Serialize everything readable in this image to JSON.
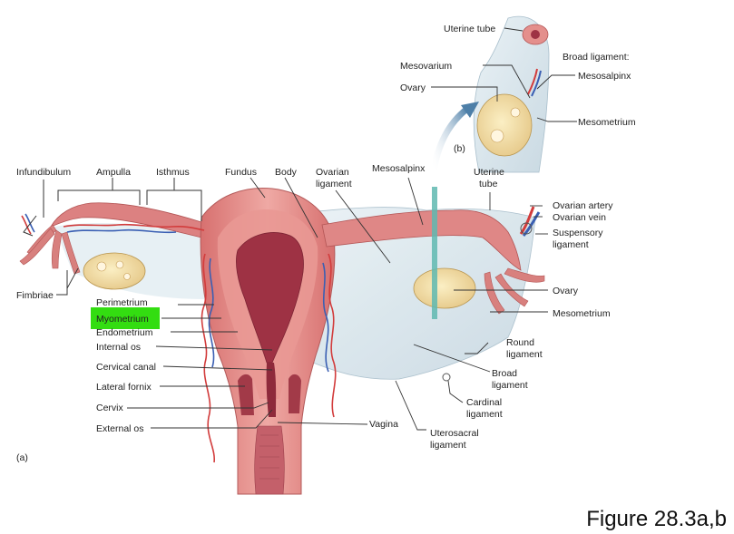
{
  "figure_caption": "Figure 28.3a,b",
  "panels": {
    "a": "(a)",
    "b": "(b)"
  },
  "highlight_color": "#33dd11",
  "colors": {
    "tissue": "#e48f8c",
    "tissue_dark": "#c85a5a",
    "lumen": "#9e3244",
    "ovary": "#f2dfa4",
    "ligament": "#dce8ef",
    "artery": "#d23c3c",
    "vein": "#3a5fb3"
  },
  "labels_a_top": {
    "infundibulum": "Infundibulum",
    "ampulla": "Ampulla",
    "isthmus": "Isthmus",
    "fundus": "Fundus",
    "body": "Body",
    "ovarian_ligament_1": "Ovarian",
    "ovarian_ligament_2": "ligament",
    "mesosalpinx": "Mesosalpinx",
    "uterine_tube_1": "Uterine",
    "uterine_tube_2": "tube"
  },
  "labels_a_left": {
    "fimbriae": "Fimbriae",
    "perimetrium": "Perimetrium",
    "myometrium": "Myometrium",
    "endometrium": "Endometrium",
    "internal_os": "Internal os",
    "cervical_canal": "Cervical canal",
    "lateral_fornix": "Lateral fornix",
    "cervix": "Cervix",
    "external_os": "External os"
  },
  "labels_a_right": {
    "ovarian_artery": "Ovarian artery",
    "ovarian_vein": "Ovarian vein",
    "suspensory_1": "Suspensory",
    "suspensory_2": "ligament",
    "ovary": "Ovary",
    "mesometrium": "Mesometrium",
    "round_1": "Round",
    "round_2": "ligament",
    "broad_1": "Broad",
    "broad_2": "ligament",
    "cardinal_1": "Cardinal",
    "cardinal_2": "ligament",
    "vagina": "Vagina",
    "uterosacral_1": "Uterosacral",
    "uterosacral_2": "ligament"
  },
  "labels_b": {
    "uterine_tube": "Uterine tube",
    "broad_ligament": "Broad ligament:",
    "mesosalpinx": "Mesosalpinx",
    "mesovarium": "Mesovarium",
    "ovary": "Ovary",
    "mesometrium": "Mesometrium"
  }
}
